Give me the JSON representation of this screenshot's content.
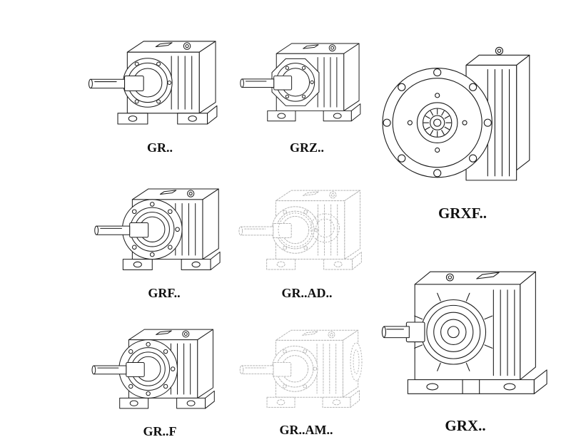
{
  "page": {
    "description": "Catalog sheet of GR-series helical gear reducer variants, eight isometric technical line drawings with model labels",
    "background": "#ffffff"
  },
  "colors": {
    "line": "#1c1c1c",
    "ghost_line": "#b5b5b5",
    "label_text": "#101010"
  },
  "figures": [
    {
      "id": "gr",
      "label": "GR..",
      "style": "solid"
    },
    {
      "id": "grz",
      "label": "GRZ..",
      "style": "solid"
    },
    {
      "id": "grxf",
      "label": "GRXF..",
      "style": "solid"
    },
    {
      "id": "grf",
      "label": "GRF..",
      "style": "solid"
    },
    {
      "id": "gr-ad",
      "label": "GR..AD..",
      "style": "ghost"
    },
    {
      "id": "grx",
      "label": "GRX..",
      "style": "solid"
    },
    {
      "id": "gr-f",
      "label": "GR..F",
      "style": "solid"
    },
    {
      "id": "gr-am",
      "label": "GR..AM..",
      "style": "ghost"
    }
  ]
}
